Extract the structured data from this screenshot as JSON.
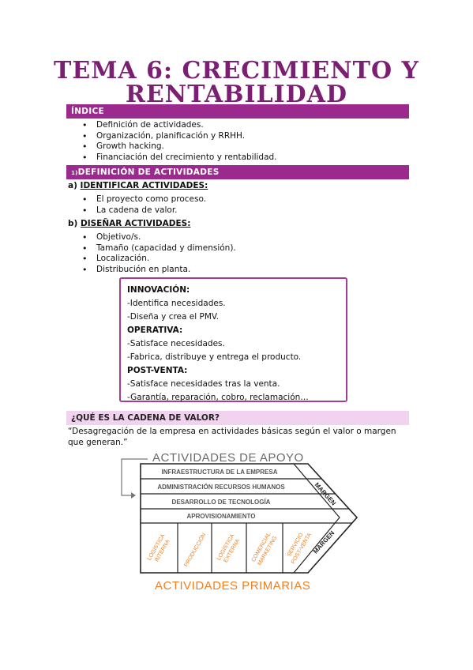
{
  "title": {
    "line1": "TEMA 6: CRECIMIENTO Y",
    "line2": "RENTABILIDAD"
  },
  "indice": {
    "header": "ÍNDICE",
    "items": [
      "Definición de actividades.",
      "Organización, planificación y RRHH.",
      "Growth hacking.",
      "Financiación del crecimiento y rentabilidad."
    ]
  },
  "section1": {
    "header_num": "1)",
    "header": "DEFINICIÓN DE ACTIVIDADES",
    "a_prefix": "a)",
    "a_title": "IDENTIFICAR ACTIVIDADES:",
    "a_items": [
      "El proyecto como proceso.",
      "La cadena de valor."
    ],
    "b_prefix": "b)",
    "b_title": "DISEÑAR ACTIVIDADES:",
    "b_items": [
      "Objetivo/s.",
      "Tamaño (capacidad y dimensión).",
      "Localización.",
      "Distribución en planta."
    ]
  },
  "box": {
    "h1": "INNOVACIÓN:",
    "l1": "-Identifica necesidades.",
    "l2": "-Diseña y crea el PMV.",
    "h2": "OPERATIVA:",
    "l3": "-Satisface necesidades.",
    "l4": "-Fabrica, distribuye y entrega el producto.",
    "h3": "POST-VENTA:",
    "l5": "-Satisface necesidades tras la venta.",
    "l6": "-Garantía, reparación, cobro, reclamación…"
  },
  "cadena": {
    "header": "¿QUÉ ES LA CADENA DE VALOR?",
    "quote": "“Desagregación de la empresa en actividades básicas según el valor o margen que generan.”"
  },
  "diagram": {
    "top_label": "ACTIVIDADES DE APOYO",
    "bottom_label": "ACTIVIDADES PRIMARIAS",
    "support_rows": [
      "INFRAESTRUCTURA DE LA EMPRESA",
      "ADMINISTRACIÓN RECURSOS HUMANOS",
      "DESARROLLO DE TECNOLOGÍA",
      "APROVISIONAMIENTO"
    ],
    "primary": [
      {
        "l1": "LOGÍSTICA",
        "l2": "INTERNA"
      },
      {
        "l1": "PRODUCCIÓN",
        "l2": ""
      },
      {
        "l1": "LOGÍSTICA",
        "l2": "EXTERNA"
      },
      {
        "l1": "COMERCIAL",
        "l2": "MARKETING"
      },
      {
        "l1": "SERVICIO",
        "l2": "POST-VENTA"
      }
    ],
    "margin_top": "MARGEN",
    "margin_bottom": "MARGEN",
    "accent_orange": "#f07f20"
  }
}
